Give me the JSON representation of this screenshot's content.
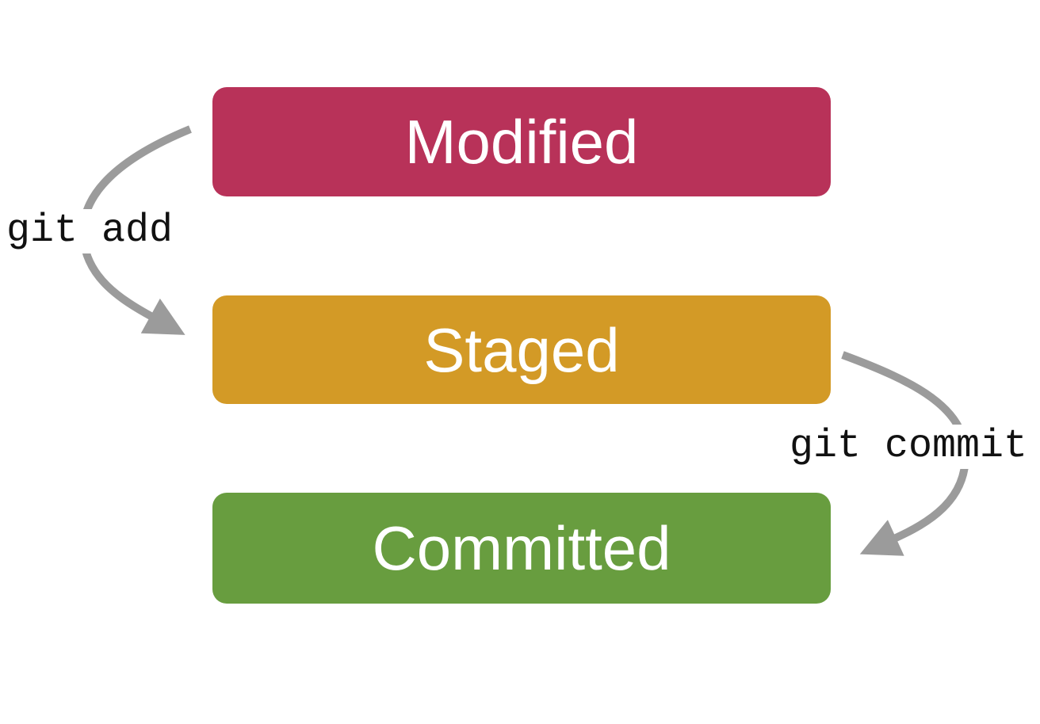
{
  "colors": {
    "background": "#FFFFFF",
    "node-modified": "#B83259",
    "node-staged": "#D39A26",
    "node-committed": "#689D3F",
    "node-text": "#FFFFFF",
    "arrow": "#9B9B9B",
    "edge-label-text": "#111111"
  },
  "diagram": {
    "nodes": [
      {
        "id": "modified",
        "label": "Modified",
        "color": "#B83259"
      },
      {
        "id": "staged",
        "label": "Staged",
        "color": "#D39A26"
      },
      {
        "id": "committed",
        "label": "Committed",
        "color": "#689D3F"
      }
    ],
    "edges": [
      {
        "from": "modified",
        "to": "staged",
        "label": "git add"
      },
      {
        "from": "staged",
        "to": "committed",
        "label": "git commit"
      }
    ]
  }
}
